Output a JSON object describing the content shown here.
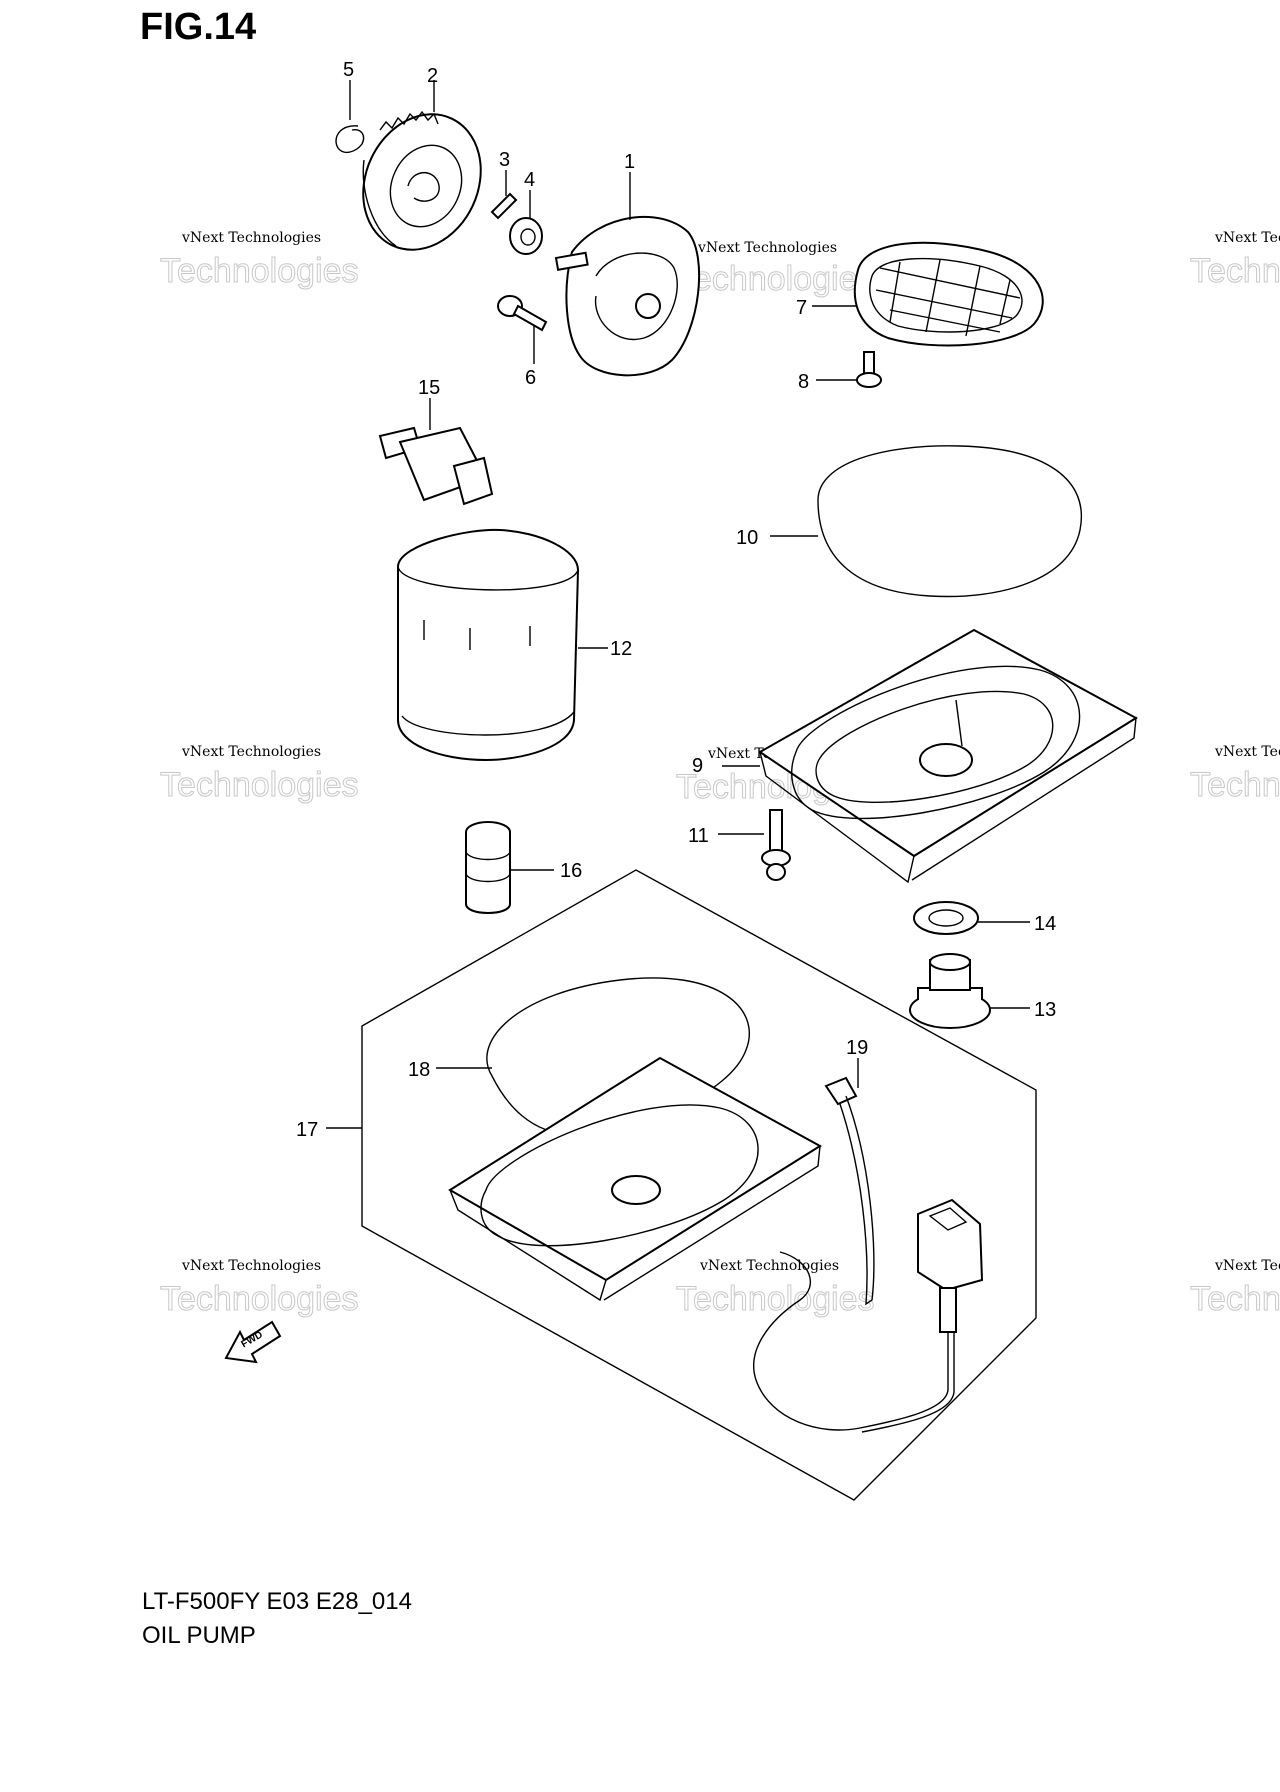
{
  "figure": {
    "title": "FIG.14",
    "model_code": "LT-F500FY E03 E28_014",
    "name": "OIL PUMP"
  },
  "callouts": [
    "1",
    "2",
    "3",
    "4",
    "5",
    "6",
    "7",
    "8",
    "9",
    "10",
    "11",
    "12",
    "13",
    "14",
    "15",
    "16",
    "17",
    "18",
    "19"
  ],
  "fwd_label": "FWD",
  "watermark": {
    "line1": "vNext Technologies",
    "line2": "Technologies"
  }
}
